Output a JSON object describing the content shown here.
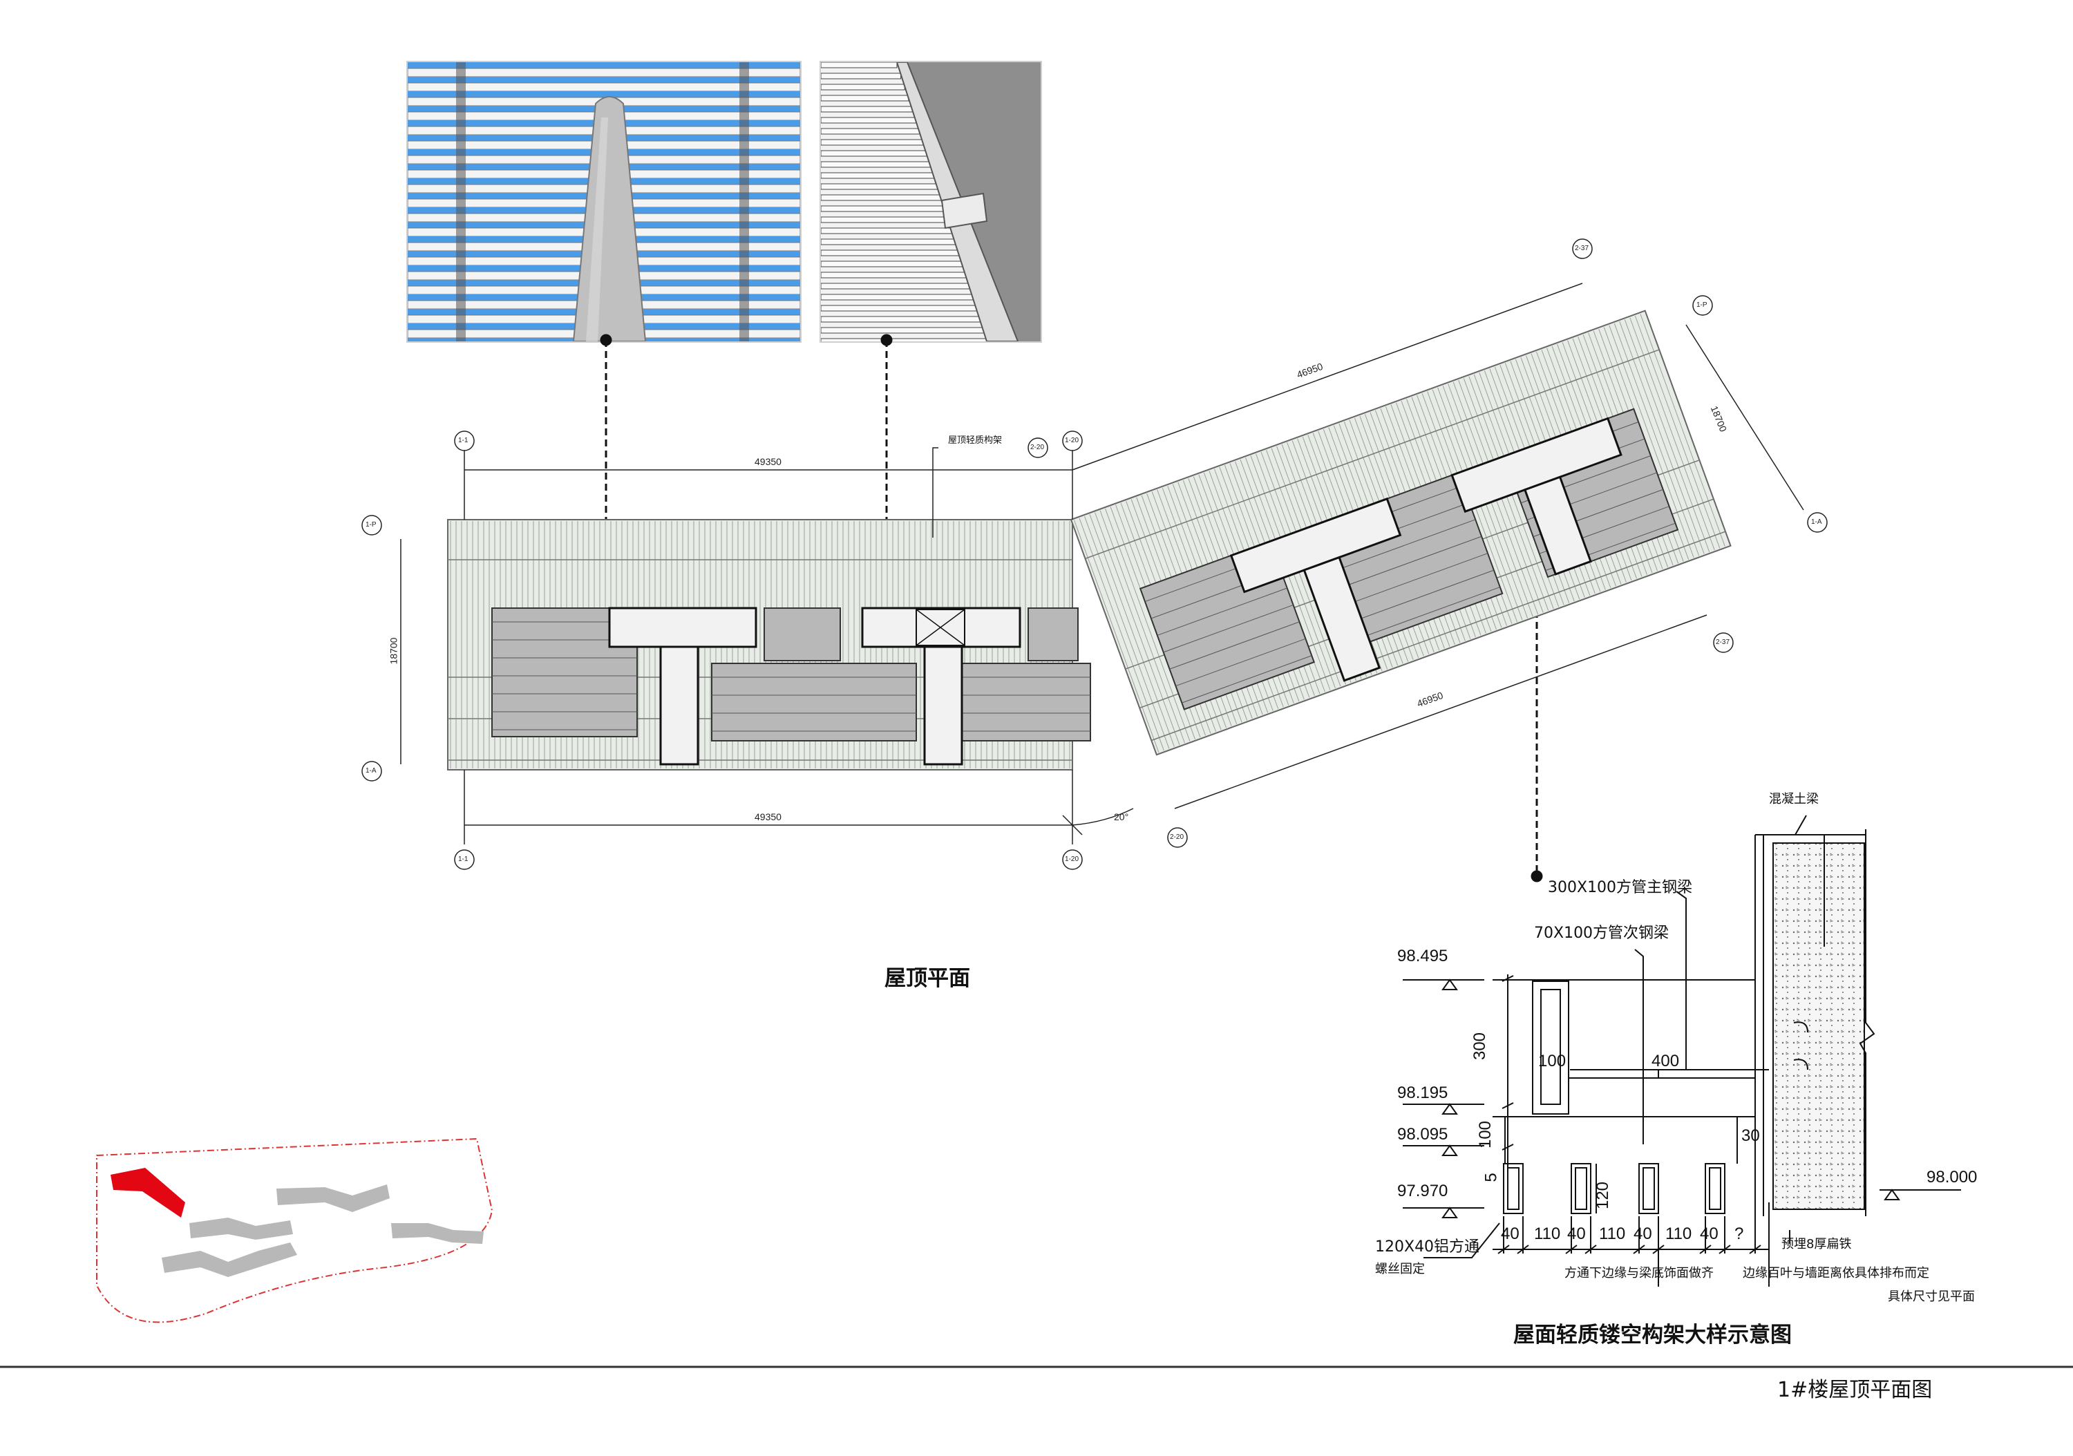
{
  "plan": {
    "label_roof_frame": "屋顶轻质构架",
    "dims": {
      "top_left": "49350",
      "bottom_left": "49350",
      "top_right": "46950",
      "bottom_right": "46950",
      "right_depth": "18700",
      "left_depth": "18700",
      "angle": "20°"
    },
    "axes": {
      "top_left": "1-1",
      "bottom_left": "1-1",
      "left_top": "1-P",
      "left_bottom": "1-A",
      "mid_top": "1-20",
      "mid_top2": "2-20",
      "mid_bottom": "1-20",
      "mid_bottom2": "2-20",
      "right_top": "2-37",
      "right_top2": "1-P",
      "right_bottom": "1-A",
      "right_bottom2": "2-37"
    },
    "title": "屋顶平面"
  },
  "detail": {
    "concrete_beam": "混凝土梁",
    "main_beam": "300X100方管主钢梁",
    "secondary_beam": "70X100方管次钢梁",
    "elev_1": "98.495",
    "elev_2": "98.195",
    "elev_3": "98.095",
    "elev_4": "97.970",
    "elev_right": "98.000",
    "d300": "300",
    "d100v": "100",
    "d100h": "100",
    "d400": "400",
    "d120": "120",
    "d5": "5",
    "d30": "30",
    "row": [
      "40",
      "110",
      "40",
      "110",
      "40",
      "110",
      "40",
      "?"
    ],
    "alum_tube": "120X40铝方通",
    "screw_fix": "螺丝固定",
    "bottom_align": "方通下边缘与梁底饰面做齐",
    "edge_note": "边缘百叶与墙距离依具体排布而定",
    "size_note": "具体尺寸见平面",
    "embedded": "预埋8厚扁铁",
    "title": "屋面轻质镂空构架大样示意图"
  },
  "sheet_title": "1#楼屋顶平面图",
  "colors": {
    "site_highlight": "#e30613",
    "sky": "#4a9be8",
    "column": "#bfbfbf"
  }
}
